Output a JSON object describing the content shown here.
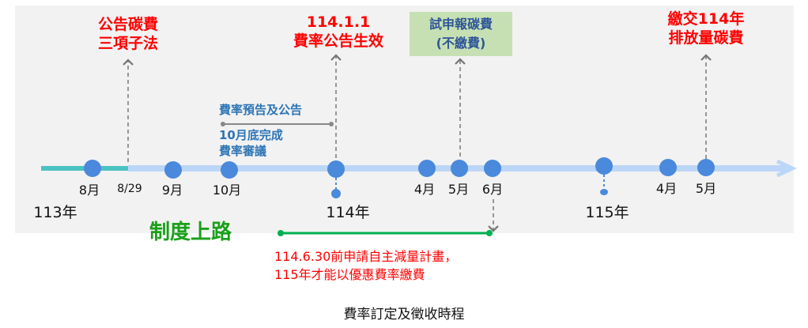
{
  "events": {
    "announce_laws": [
      "公告碳費",
      "三項子法"
    ],
    "rate_effective": [
      "114.1.1",
      "費率公告生效"
    ],
    "trial_report": [
      "試申報碳費",
      "(不繳費)"
    ],
    "pay_fee": [
      "繳交114年",
      "排放量碳費"
    ]
  },
  "rate_process": {
    "title": "費率預告及公告",
    "line1": "10月底完成",
    "line2": "費率審議"
  },
  "months": [
    "8月",
    "8/29",
    "9月",
    "10月",
    "4月",
    "5月",
    "6月",
    "4月",
    "5月"
  ],
  "years": [
    "113年",
    "114年",
    "115年"
  ],
  "launch_label": "制度上路",
  "deadline_note": [
    "114.6.30前申請自主減量計畫，",
    "115年才能以優惠費率繳費"
  ],
  "caption": "費率訂定及徵收時程",
  "colors": {
    "red": "#ff0000",
    "blue": "#2e75b6",
    "green": "#00a03e",
    "dot": "#4a89dc",
    "line": "#bcd6f7",
    "teal": "#4cc3c3"
  }
}
